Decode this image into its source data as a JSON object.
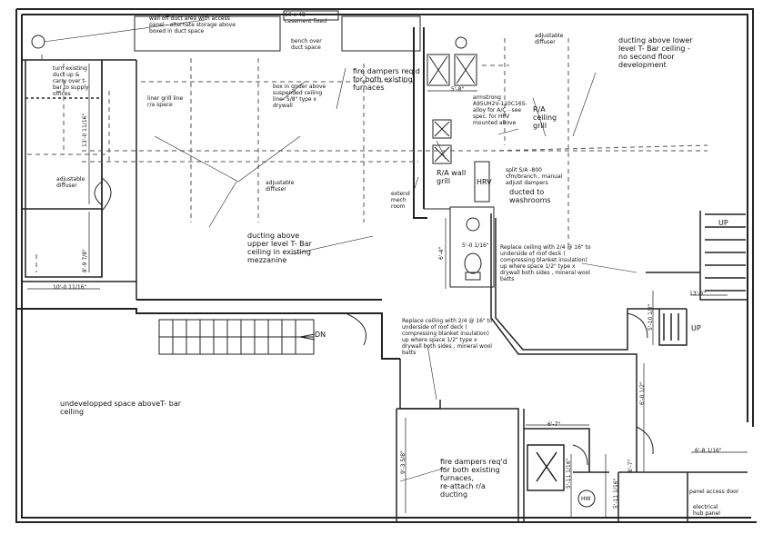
{
  "notes": {
    "wall_off_duct": "wall off duct area with access\npanel - alternate storage above\nboxed in duct space",
    "casement": "60 x 48\ncasement fixed",
    "bench": "bench over\nduct space",
    "adj_diffuser_top": "adjustable\ndiffuser",
    "ducting_lower": "ducting above lower\nlevel T- Bar ceiling -\nno second floor\ndevelopment",
    "turn_existing_duct": "turn existing\nduct up &\ncarry over t-\nbar to supply\noffices",
    "liner_grill": "liner grill line\nr/a space",
    "box_in_girder": "box in girder above\nsuspended ceiling\nline- 5/8\" type x\ndrywall",
    "fire_dampers_top": "fire dampers req'd\nfor both existing\nfurnaces",
    "armstrong": "armstrong\nA95UH2V-110C16S-\nalloy for A/C - see\nspec. for HRV\nmounted above",
    "ra_ceiling_grill": "R/A\nceiling\ngrill",
    "adj_diffuser_left": "adjustable\ndiffuser",
    "adj_diffuser_mid": "adjustable\ndiffuser",
    "ra_wall_grill": "R/A wall\ngrill",
    "hrv": "HRV",
    "split_sa": "split S/A -800\ncfm/branch , manual\nadjust dampers",
    "ducted_washrooms": "ducted to\nwashrooms",
    "extend_mech": "extend\nmech\nroom",
    "ducting_upper": "ducting above\nupper  level T- Bar\nceiling in existing\nmezzanine",
    "replace_ceiling_right": "Replace ceiling with 2/4 @ 16\" to\nunderside of roof deck (\ncompressing blanket insulation)\nup where  space 1/2\" type x\ndrywall both sides , mineral wool\nbatts",
    "replace_ceiling_mid": "Replace ceiling with 2/4 @ 16\" to\nunderside of roof deck (\ncompressing blanket insulation)\nup where  space 1/2\" type x\ndrywall both sides , mineral wool\nbatts",
    "undeveloped": "undevelopped space aboveT- bar\nceiling",
    "fire_dampers_bottom": "fire dampers req'd\nfor both  existing\nfurnaces,\nre-attach r/a\nducting",
    "panel_access": "panel access door",
    "electrical_panel": "electrical\nhub panel",
    "up_right": "UP",
    "up_small": "UP",
    "dn": "DN",
    "hw": "HW"
  },
  "dimensions": {
    "d_13_0": "13'-0 11/16\"",
    "d_8_9": "8'-9 7/8\"",
    "d_10_0": "10'-0 11/16\"",
    "d_5_8": "5'-8\"",
    "d_6_4": "6'-4\"",
    "d_5_0": "5'-0 1/16\"",
    "d_13_6": "13'-6\"",
    "d_5_10": "5'-10 1/2\"",
    "d_6_0": "6'-0 1/2\"",
    "d_6_7": "6'-7\"",
    "d_6_8": "6'-8 1/16\"",
    "d_9_3": "9'-3 5/8\"",
    "d_5_11a": "5'-11 1/16\"",
    "d_5_11b": "5'-11 1/16\"",
    "d_6_7b": "6'-7\""
  }
}
